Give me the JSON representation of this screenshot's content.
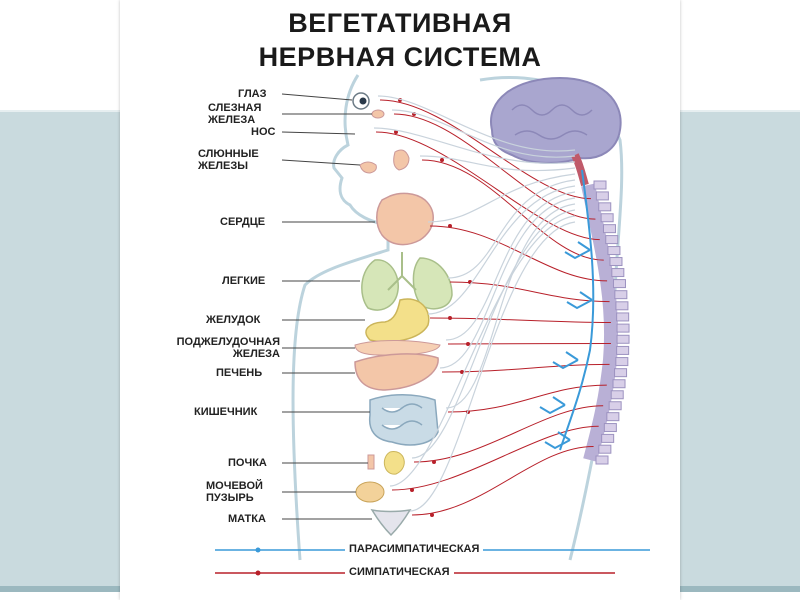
{
  "title": {
    "line1": "ВЕГЕТАТИВНАЯ",
    "line2": "НЕРВНАЯ СИСТЕМА"
  },
  "organs": [
    {
      "key": "eye",
      "label": "ГЛАЗ"
    },
    {
      "key": "lacrimal",
      "label": "СЛЕЗНАЯ ЖЕЛЕЗА"
    },
    {
      "key": "nose",
      "label": "НОС"
    },
    {
      "key": "salivary",
      "label": "СЛЮННЫЕ ЖЕЛЕЗЫ"
    },
    {
      "key": "heart",
      "label": "СЕРДЦЕ"
    },
    {
      "key": "lungs",
      "label": "ЛЕГКИЕ"
    },
    {
      "key": "stomach",
      "label": "ЖЕЛУДОК"
    },
    {
      "key": "pancreas",
      "label": "ПОДЖЕЛУДОЧНАЯ ЖЕЛЕЗА"
    },
    {
      "key": "liver",
      "label": "ПЕЧЕНЬ"
    },
    {
      "key": "intestine",
      "label": "КИШЕЧНИК"
    },
    {
      "key": "kidney",
      "label": "ПОЧКА"
    },
    {
      "key": "bladder",
      "label": "МОЧЕВОЙ ПУЗЫРЬ"
    },
    {
      "key": "uterus",
      "label": "МАТКА"
    }
  ],
  "legend": {
    "parasympathetic": "ПАРАСИМПАТИЧЕСКАЯ",
    "sympathetic": "СИМПАТИЧЕСКАЯ"
  },
  "colors": {
    "parasympathetic": "#3a9ad9",
    "sympathetic": "#b8202a",
    "brain": "#a9a6cf",
    "spine": "#b9b0d6",
    "body_outline": "#bcd3dd",
    "organ_fill": "#f3c6a8",
    "stomach_fill": "#f3e08a",
    "lung_fill": "#d6e6b8",
    "intestine_fill": "#c9dbe6",
    "background_band": "#c9dade"
  }
}
